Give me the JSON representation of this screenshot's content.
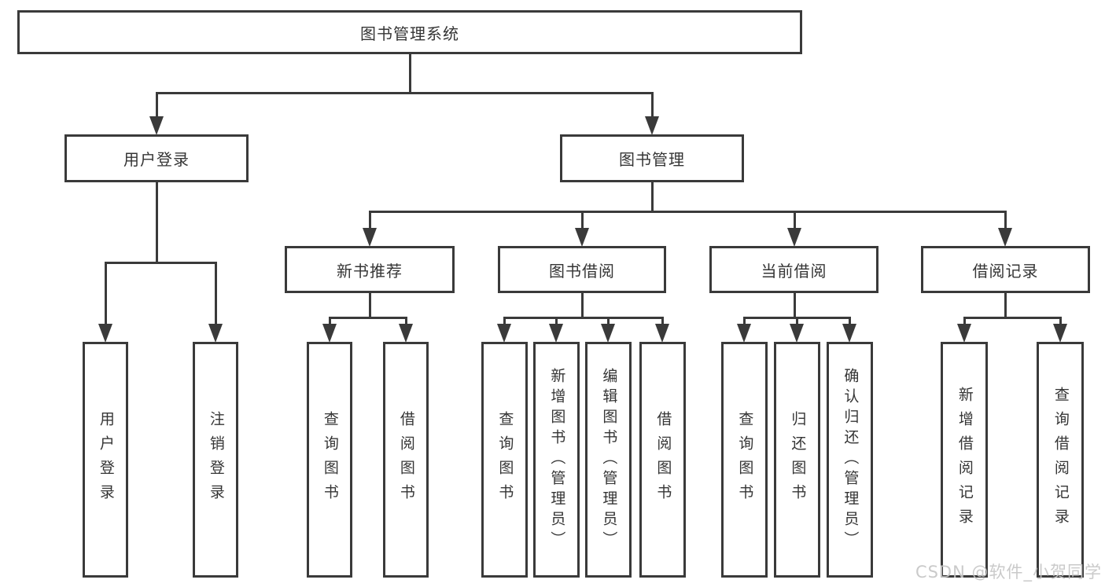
{
  "tree": {
    "root": "图书管理系统",
    "user_login": {
      "label": "用户登录",
      "children": [
        "用户登录",
        "注销登录"
      ]
    },
    "book_mgmt": {
      "label": "图书管理",
      "sections": [
        {
          "label": "新书推荐",
          "children": [
            "查询图书",
            "借阅图书"
          ]
        },
        {
          "label": "图书借阅",
          "children": [
            "查询图书",
            "新增图书（管理员）",
            "编辑图书（管理员）",
            "借阅图书"
          ]
        },
        {
          "label": "当前借阅",
          "children": [
            "查询图书",
            "归还图书",
            "确认归还（管理员）"
          ]
        },
        {
          "label": "借阅记录",
          "children": [
            "新增借阅记录",
            "查询借阅记录"
          ]
        }
      ]
    }
  },
  "watermark": "CSDN @软件_小贺同学",
  "colors": {
    "line": "#3a3a3a",
    "box_background": "#ffffff",
    "text": "#353535",
    "watermark": "#c6c6c6"
  }
}
